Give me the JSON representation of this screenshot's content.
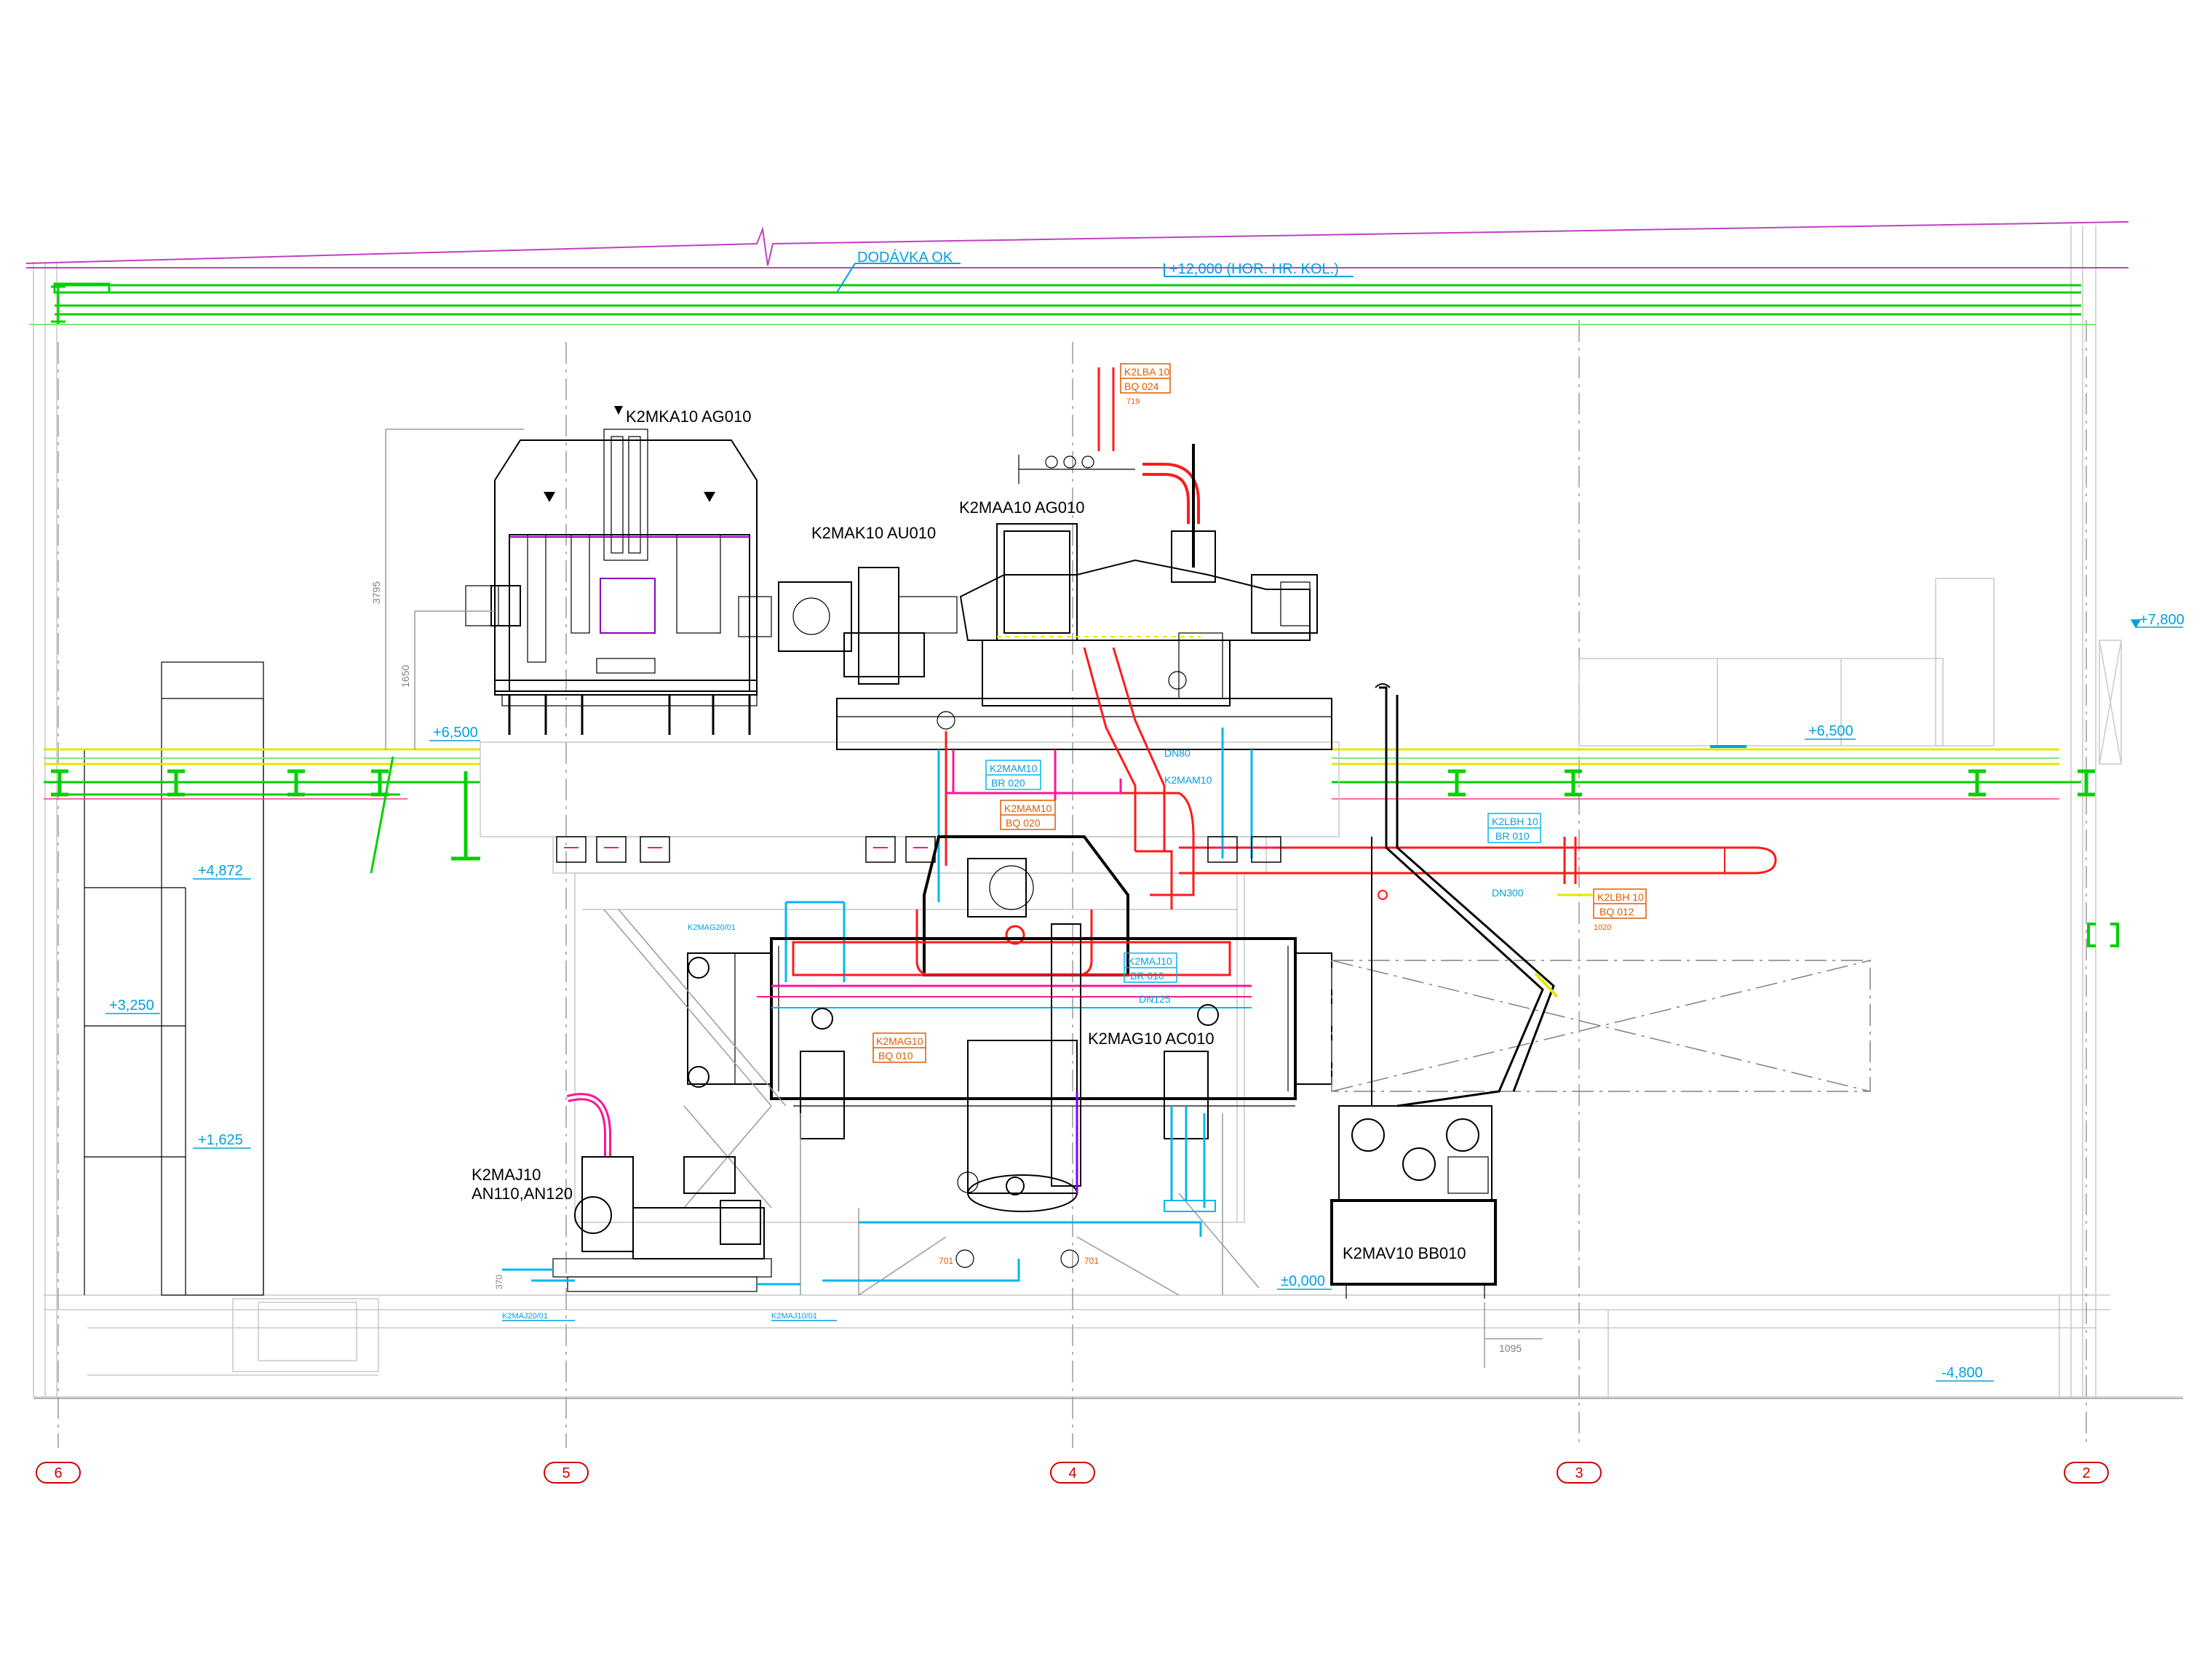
{
  "colors": {
    "structure_green": "#00d000",
    "piping_cyan": "#00b7f0",
    "piping_red": "#ff1a1a",
    "piping_pink": "#ff1493",
    "gridline_magenta": "#c040c0",
    "tag_orange": "#e05a00",
    "axis_marker_red": "#d00000",
    "stair_gray": "#9a9a9a"
  },
  "top_band": {
    "supply_note": "DODÁVKA OK",
    "crane_level": "+12,000 (HOR. HR. KOL.)"
  },
  "elevations": {
    "plus_7800": "+7,800",
    "plus_6500_left": "+6,500",
    "plus_6500_right": "+6,500",
    "plus_4872": "+4,872",
    "plus_3250": "+3,250",
    "plus_1625": "+1,625",
    "zero": "±0,000",
    "minus_4800": "-4,800"
  },
  "dimensions": {
    "d3795": "3795",
    "d1650": "1650",
    "d1095": "1095",
    "d370": "370"
  },
  "equipment": {
    "generator": "K2MKA10  AG010",
    "gearbox": "K2MAK10  AU010",
    "turbine": "K2MAA10  AG010",
    "condenser": "K2MAG10  AC010",
    "pumps_line1": "K2MAJ10",
    "pumps_line2": "AN110,AN120",
    "oil_unit": "K2MAV10  BB010"
  },
  "tags": {
    "lba_1": "K2LBA 10",
    "lba_2": "BQ 024",
    "lba_sub": "719",
    "lbh_br_1": "K2LBH 10",
    "lbh_br_2": "BR 010",
    "lbh_bq_1": "K2LBH 10",
    "lbh_bq_2": "BQ 012",
    "lbh_sub": "1020",
    "mam_br_1": "K2MAM10",
    "mam_br_2": "BR 020",
    "mam_bq_1": "K2MAM10",
    "mam_bq_2": "BQ 020",
    "mam_cyan_1": "K2MAM10",
    "mam_dn": "DN80",
    "maj_br_1": "K2MAJ10",
    "maj_br_2": "BR 010",
    "mag_bq_1": "K2MAG10",
    "mag_bq_2": "BQ 010",
    "dn300": "DN300",
    "dn125": "DN125",
    "mag20": "K2MAG20/01",
    "maj20": "K2MAJ20/01",
    "maj10": "K2MAJ10/01",
    "n701_left": "701",
    "n701_right": "701"
  },
  "axes": [
    "6",
    "5",
    "4",
    "3",
    "2"
  ]
}
